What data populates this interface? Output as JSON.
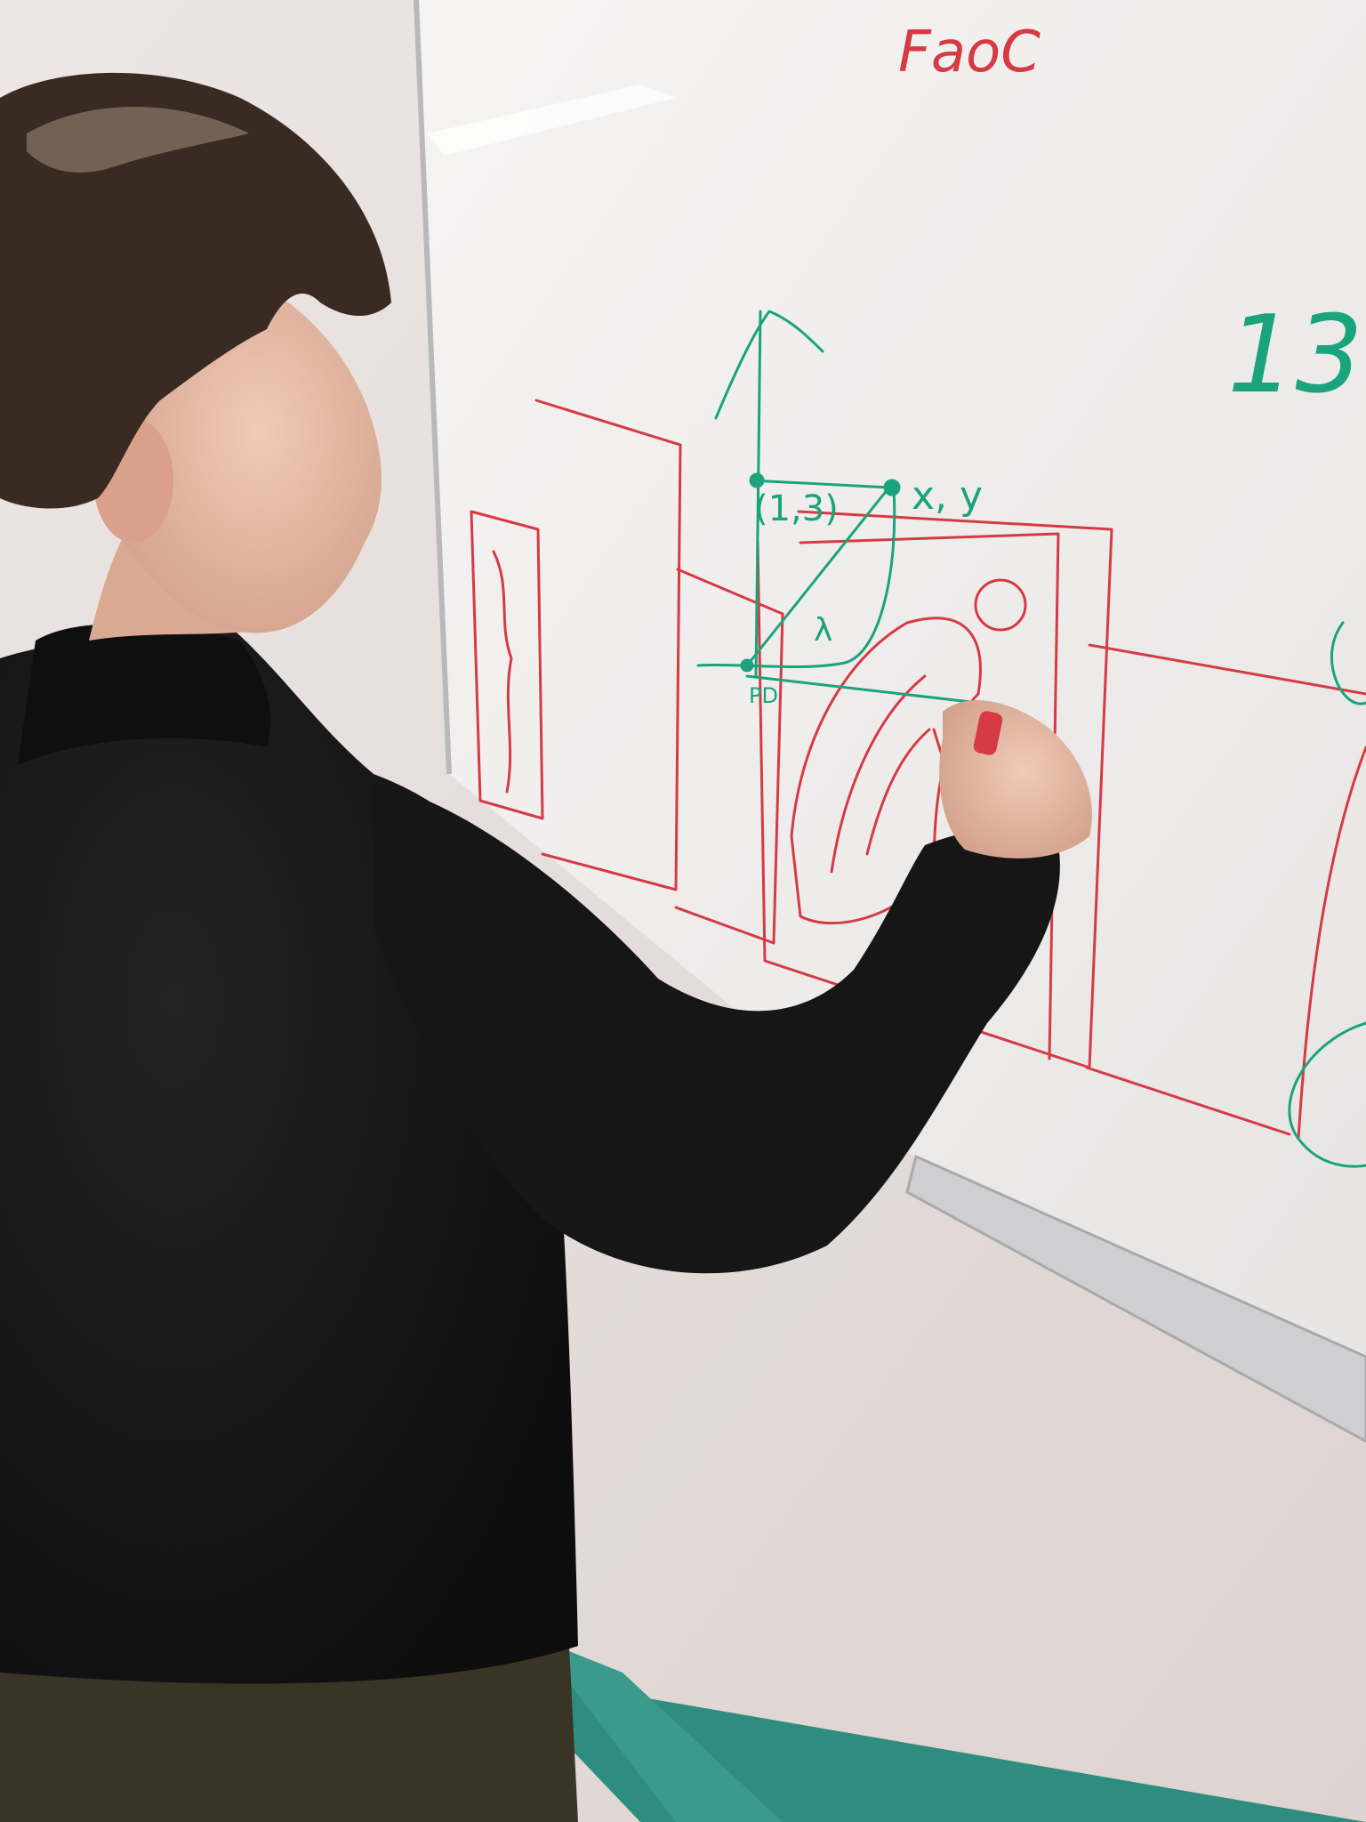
{
  "whiteboard": {
    "labels": {
      "top": "FaoC",
      "top_right": "13",
      "point_a": "(1,3)",
      "point_b": "x, y",
      "origin": "PD",
      "lambda": "λ"
    }
  },
  "colors": {
    "wall": "#e8e1df",
    "board": "#f1efee",
    "board_frame": "#b9b9bb",
    "marker_red": "#d63a44",
    "marker_green": "#1aa37c",
    "hoodie": "#141414",
    "hair": "#3a2b22",
    "skin": "#e6bca6",
    "pants": "#3a3427",
    "floor": "#2f8d80"
  }
}
